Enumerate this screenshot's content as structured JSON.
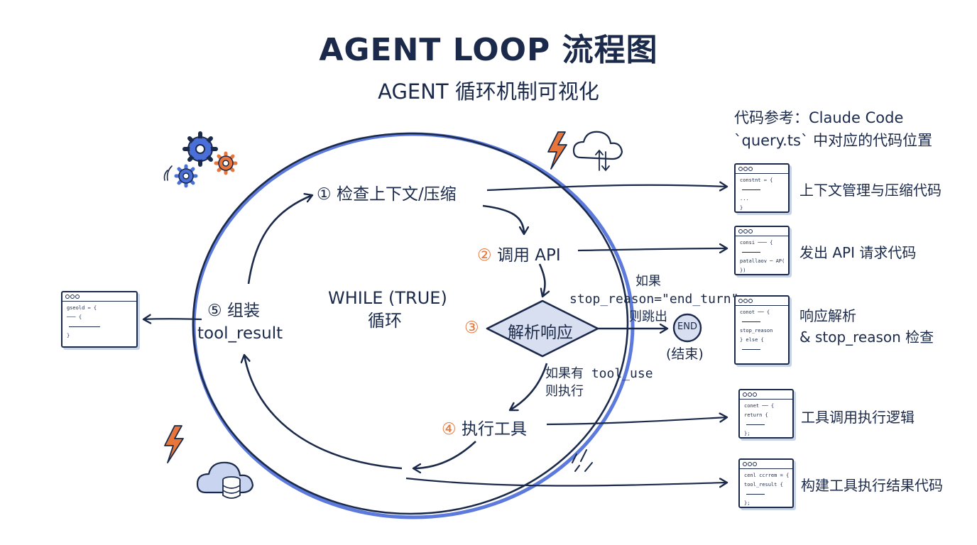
{
  "title": "AGENT LOOP 流程图",
  "subtitle": "AGENT 循环机制可视化",
  "code_reference": {
    "line1": "代码参考：Claude Code",
    "line2": "`query.ts` 中对应的代码位置"
  },
  "loop": {
    "center_line1": "WHILE (TRUE)",
    "center_line2": "循环"
  },
  "steps": [
    {
      "num": "①",
      "label": "检查上下文/压缩"
    },
    {
      "num": "②",
      "label": "调用 API"
    },
    {
      "num": "③",
      "label": "解析响应"
    },
    {
      "num": "④",
      "label": "执行工具"
    },
    {
      "num": "⑤",
      "label_line1": "组装",
      "label_line2": "tool_result"
    }
  ],
  "conditions": {
    "exit_line1": "如果",
    "exit_line2": "stop_reason=\"end_turn\"",
    "exit_line3": "则跳出",
    "tool_line1": "如果有 tool_use",
    "tool_line2": "则执行"
  },
  "end": {
    "badge": "END",
    "label": "(结束)"
  },
  "code_labels": [
    "上下文管理与压缩代码",
    "发出 API 请求代码",
    "响应解析",
    "& stop_reason 检查",
    "工具调用执行逻辑",
    "构建工具执行结果代码"
  ],
  "code_snippets": {
    "card1": {
      "l1": "constnt ⇔ {",
      "l2": "...",
      "l3": "}"
    },
    "card2": {
      "l1": "consi ─── {",
      "l2": "patallaov ─ AP(",
      "l3": "})"
    },
    "card3": {
      "l1": "conot ── {",
      "l2": "stop_reason",
      "l3": "} else {"
    },
    "card4": {
      "l1": "conet ── {",
      "l2": "return {",
      "l3": "};"
    },
    "card5": {
      "l1": "cenl ccrrem = {",
      "l2": "tool_result {",
      "l3": "};"
    },
    "card_left": {
      "l1": "gseold ⇔ {",
      "l2": "─── {",
      "l3": "}"
    }
  },
  "colors": {
    "ink": "#1b2a4a",
    "accent_orange": "#e8763a",
    "accent_blue": "#3f63d6",
    "gear_blue": "#4a6fd8"
  }
}
